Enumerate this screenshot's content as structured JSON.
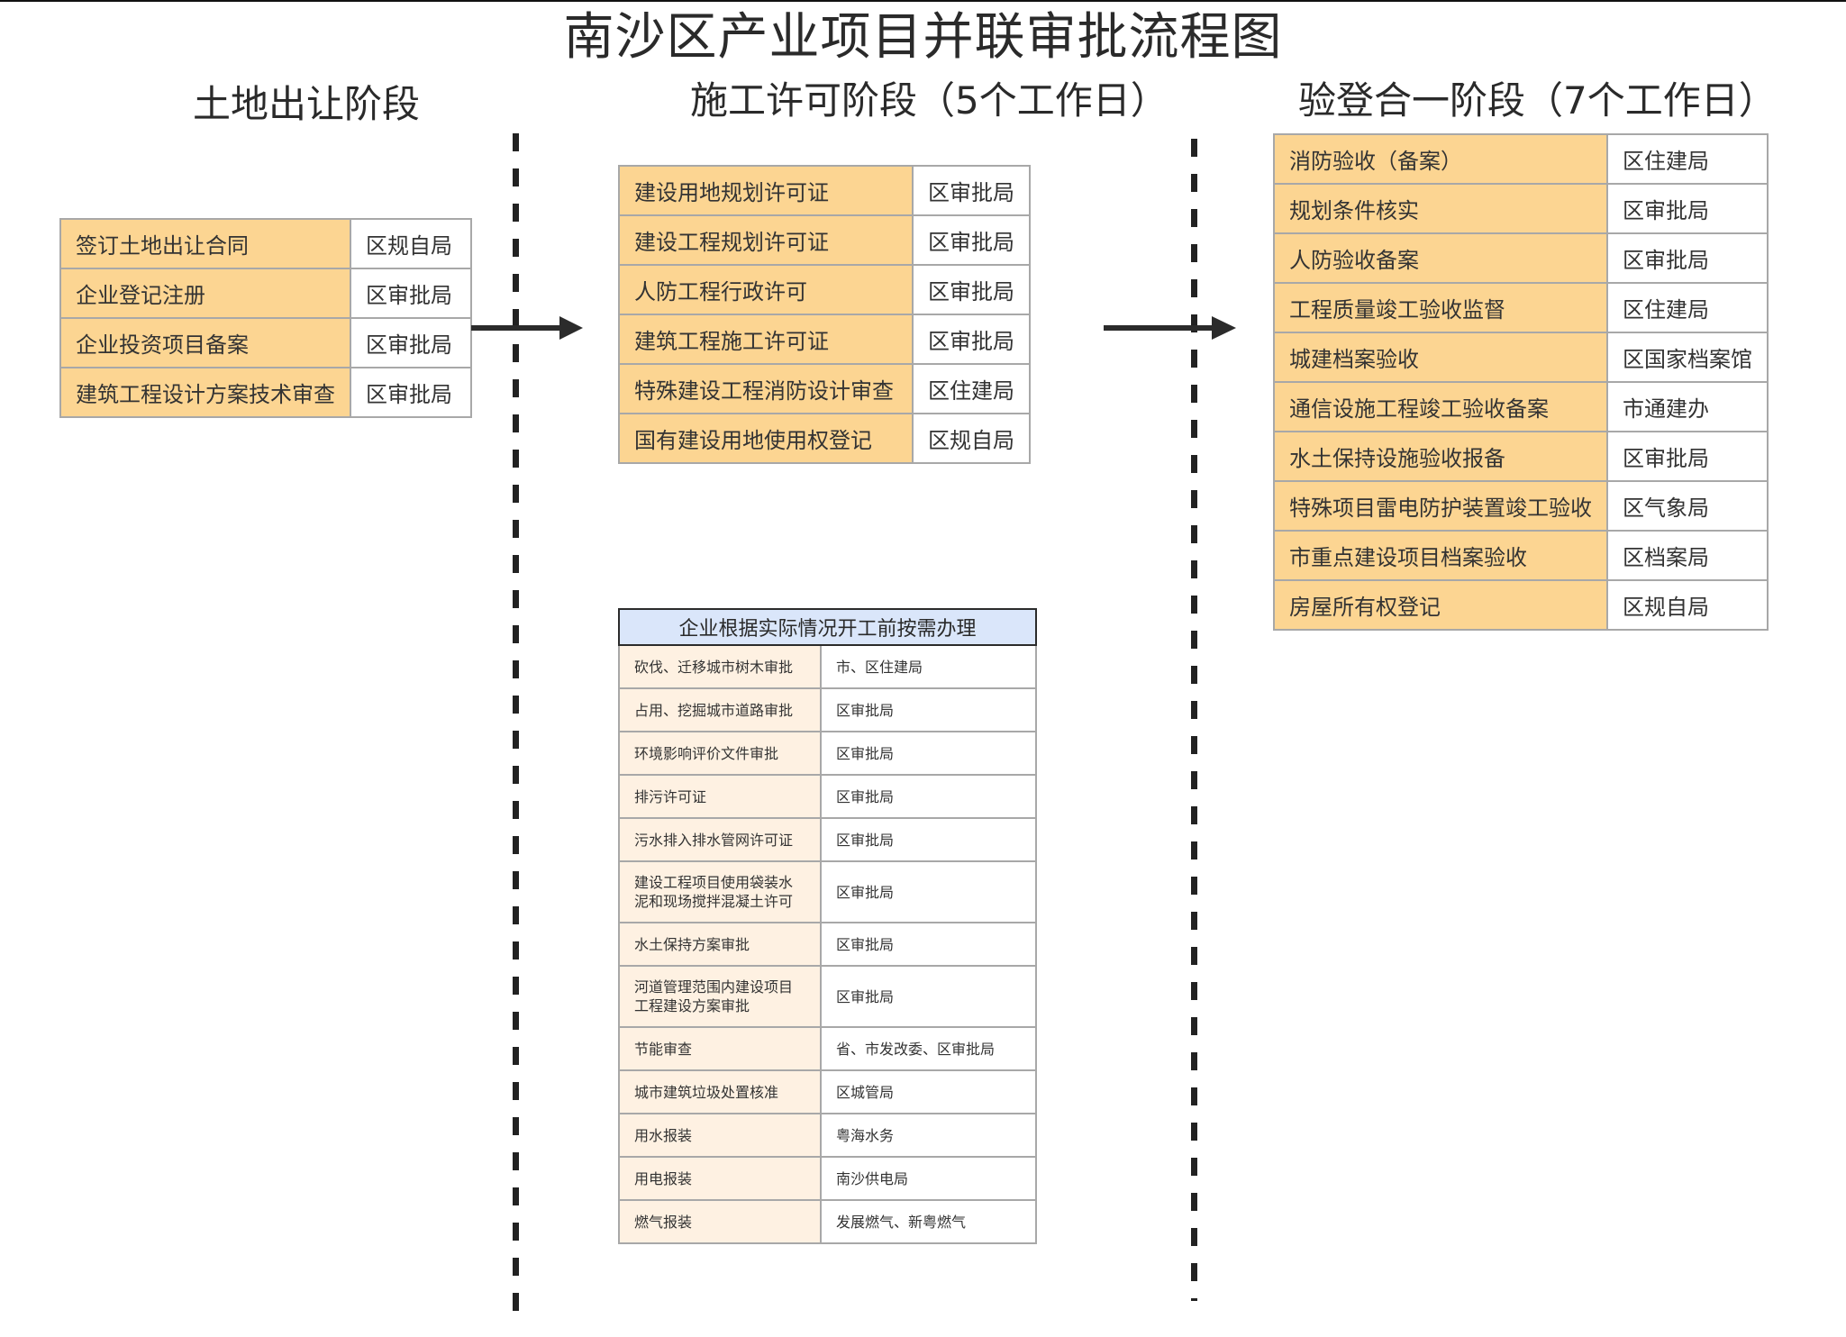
{
  "title": "南沙区产业项目并联审批流程图",
  "stages": [
    {
      "title": "土地出让阶段",
      "rows": [
        {
          "item": "签订土地出让合同",
          "dept": "区规自局"
        },
        {
          "item": "企业登记注册",
          "dept": "区审批局"
        },
        {
          "item": "企业投资项目备案",
          "dept": "区审批局"
        },
        {
          "item": "建筑工程设计方案技术审查",
          "dept": "区审批局"
        }
      ]
    },
    {
      "title": "施工许可阶段（5个工作日）",
      "rows": [
        {
          "item": "建设用地规划许可证",
          "dept": "区审批局"
        },
        {
          "item": "建设工程规划许可证",
          "dept": "区审批局"
        },
        {
          "item": "人防工程行政许可",
          "dept": "区审批局"
        },
        {
          "item": "建筑工程施工许可证",
          "dept": "区审批局"
        },
        {
          "item": "特殊建设工程消防设计审查",
          "dept": "区住建局"
        },
        {
          "item": "国有建设用地使用权登记",
          "dept": "区规自局"
        }
      ]
    },
    {
      "title": "验登合一阶段（7个工作日）",
      "rows": [
        {
          "item": "消防验收（备案）",
          "dept": "区住建局"
        },
        {
          "item": "规划条件核实",
          "dept": "区审批局"
        },
        {
          "item": "人防验收备案",
          "dept": "区审批局"
        },
        {
          "item": "工程质量竣工验收监督",
          "dept": "区住建局"
        },
        {
          "item": "城建档案验收",
          "dept": "区国家档案馆"
        },
        {
          "item": "通信设施工程竣工验收备案",
          "dept": "市通建办"
        },
        {
          "item": "水土保持设施验收报备",
          "dept": "区审批局"
        },
        {
          "item": "特殊项目雷电防护装置竣工验收",
          "dept": "区气象局"
        },
        {
          "item": "市重点建设项目档案验收",
          "dept": "区档案局"
        },
        {
          "item": "房屋所有权登记",
          "dept": "区规自局"
        }
      ]
    }
  ],
  "optional": {
    "title": "企业根据实际情况开工前按需办理",
    "rows": [
      {
        "item": "砍伐、迁移城市树木审批",
        "dept": "市、区住建局"
      },
      {
        "item": "占用、挖掘城市道路审批",
        "dept": "区审批局"
      },
      {
        "item": "环境影响评价文件审批",
        "dept": "区审批局"
      },
      {
        "item": "排污许可证",
        "dept": "区审批局"
      },
      {
        "item": "污水排入排水管网许可证",
        "dept": "区审批局"
      },
      {
        "item": "建设工程项目使用袋装水泥和现场搅拌混凝土许可",
        "dept": "区审批局"
      },
      {
        "item": "水土保持方案审批",
        "dept": "区审批局"
      },
      {
        "item": "河道管理范围内建设项目工程建设方案审批",
        "dept": "区审批局"
      },
      {
        "item": "节能审查",
        "dept": "省、市发改委、区审批局"
      },
      {
        "item": "城市建筑垃圾处置核准",
        "dept": "区城管局"
      },
      {
        "item": "用水报装",
        "dept": "粤海水务"
      },
      {
        "item": "用电报装",
        "dept": "南沙供电局"
      },
      {
        "item": "燃气报装",
        "dept": "发展燃气、新粤燃气"
      }
    ]
  },
  "colors": {
    "stage_item_fill": "#fcd592",
    "optional_item_fill": "#fef1e2",
    "optional_header_fill": "#dae6fa",
    "arrow": "#2b2b2b"
  }
}
